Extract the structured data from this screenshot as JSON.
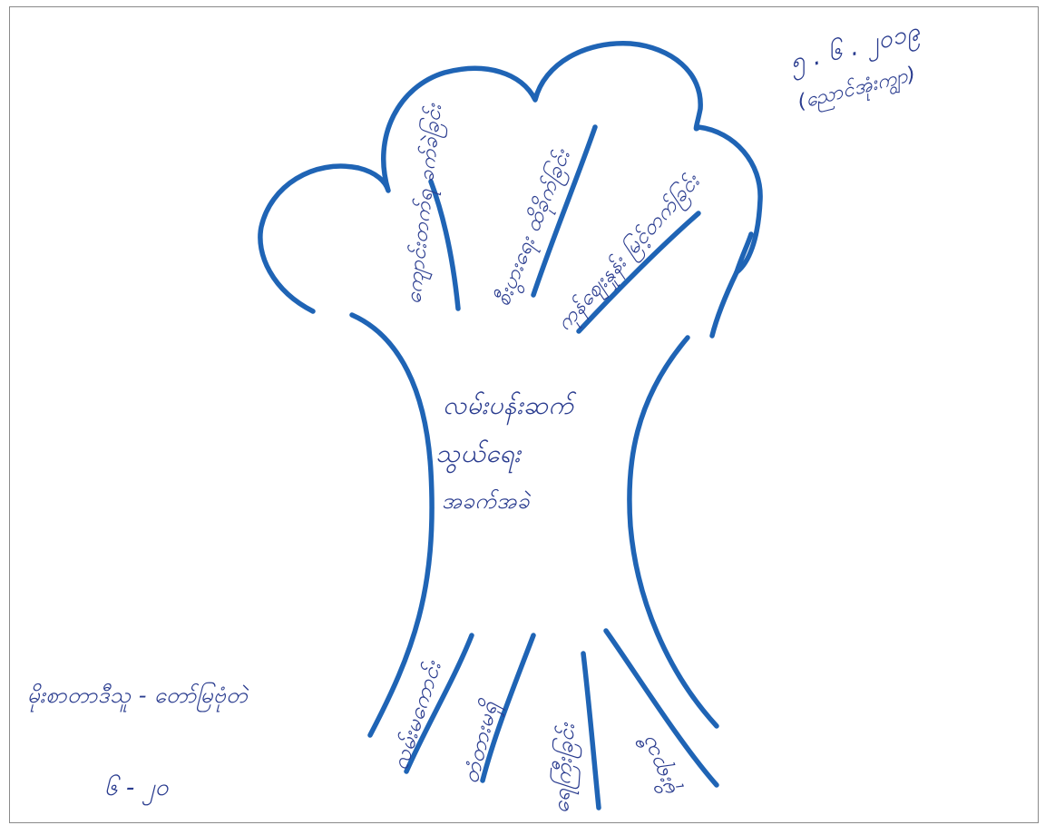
{
  "date": "၅ . ၆ . ၂၀၁၉",
  "place": "(ညောင်အုံးကျွာ)",
  "trunk_lines": [
    "လမ်းပန်းဆက်",
    "သွယ်ရေး",
    "အခက်အခဲ"
  ],
  "leaves": [
    "ကျောင်းတက်ရ ခက်ခဲခြင်း",
    "စီးပွားရေး ထိခိုက်ခြင်း",
    "ကုန်ဈေးနှုန်း မြင့်တက်ခြင်း"
  ],
  "roots": [
    "လမ်းမကောင်း",
    "တံတားမရှိ",
    "ရေကြီးခြင်း",
    "မိုးရာသီ"
  ],
  "footer_label": "မိုးစာတာဒီသူ - တော်မြဗုံတဲ",
  "footer_value": "၆ - ၂၀",
  "colors": {
    "ink": "#2a3c8f",
    "marker": "#1f64b5"
  }
}
